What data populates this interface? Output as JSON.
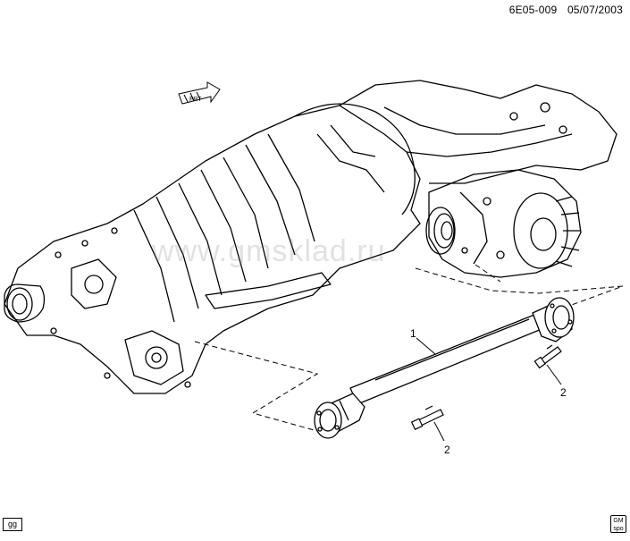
{
  "header": {
    "figure_id": "6E05-009",
    "date": "05/07/2003"
  },
  "watermark": "www.gmsklad.ru",
  "orientation_arrow": {
    "label": "FRT"
  },
  "callouts": [
    {
      "number": "1",
      "part": "propeller-shaft"
    },
    {
      "number": "2",
      "part": "bolt-front"
    },
    {
      "number": "2",
      "part": "bolt-rear"
    }
  ],
  "footer": {
    "left_badge": "gg",
    "right_badge_top": "GM",
    "right_badge_bottom": "spo"
  }
}
